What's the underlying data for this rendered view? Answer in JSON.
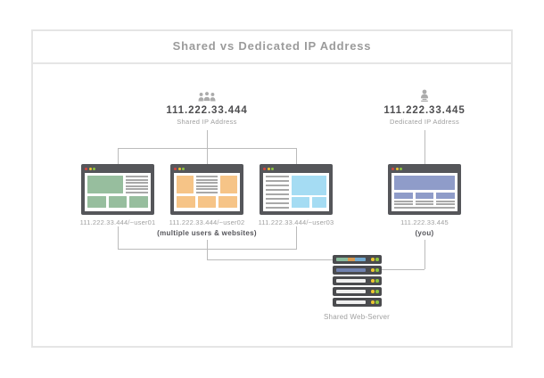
{
  "title": "Shared vs Dedicated IP Address",
  "shared_group": {
    "icon": "users-icon",
    "ip": "111.222.33.444",
    "label": "Shared IP Address",
    "note": "(multiple users & websites)",
    "sites": [
      "111.222.33.444/~user01",
      "111.222.33.444/~user02",
      "111.222.33.444/~user03"
    ]
  },
  "dedicated_group": {
    "icon": "user-icon",
    "ip": "111.222.33.445",
    "label": "Dedicated IP Address",
    "note": "(you)",
    "site": "111.222.33.445"
  },
  "server": {
    "label": "Shared Web-Server"
  },
  "colors": {
    "frame-border": "#E5E5E5",
    "title-text": "#9B9B9B",
    "ip-text": "#4E4E50",
    "muted-text": "#A0A0A0",
    "note-text": "#55555A",
    "line": "#BBBBBB",
    "window-chrome": "#55565A",
    "site1-green": "#97BE9E",
    "site2-orange": "#F6C487",
    "site3-blue": "#A5DCF3",
    "site4-periwinkle": "#8F9CC9",
    "server-chrome": "#4A4B4E",
    "dot-red": "#D64541",
    "dot-yellow": "#EBC531",
    "dot-green": "#8DC63F",
    "bar-seg-green": "#89BA9B",
    "bar-seg-orange": "#D79950",
    "bar-seg-blue": "#72A9D0",
    "bar-blue": "#7081AE",
    "icon-gray": "#ABABAB"
  }
}
